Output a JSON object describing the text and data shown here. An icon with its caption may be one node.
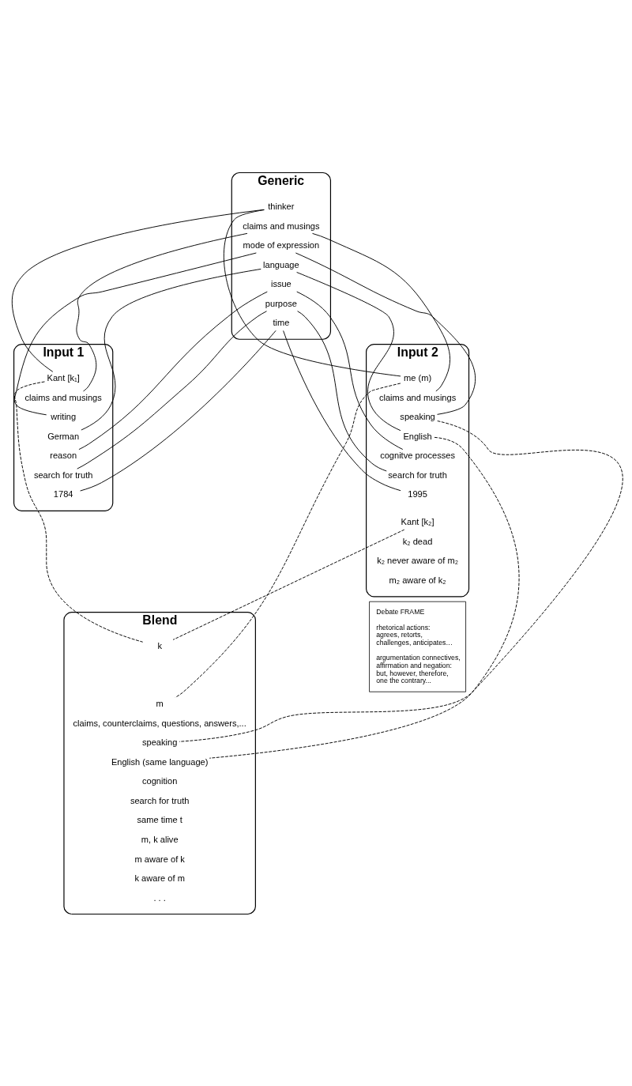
{
  "diagram": {
    "nodes": [
      {
        "text": [
          "Generic"
        ]
      },
      {
        "text": [
          "thinker"
        ],
        "in": 0
      },
      {
        "text": [
          "claims and musings"
        ],
        "in": 0
      },
      {
        "text": [
          "mode of expression"
        ],
        "in": 0
      },
      {
        "text": [
          "language"
        ],
        "in": 0
      },
      {
        "text": [
          "issue"
        ],
        "in": 0
      },
      {
        "text": [
          "purpose"
        ],
        "in": 0
      },
      {
        "text": [
          "time"
        ],
        "in": 0
      },
      {
        "text": [
          "Input 1"
        ]
      },
      {
        "text": [
          "Kant [k₁]"
        ],
        "in": 8
      },
      {
        "text": [
          "claims and musings"
        ],
        "in": 8
      },
      {
        "text": [
          "writing"
        ],
        "in": 8
      },
      {
        "text": [
          "German"
        ],
        "in": 8
      },
      {
        "text": [
          "reason"
        ],
        "in": 8
      },
      {
        "text": [
          "search for truth"
        ],
        "in": 8
      },
      {
        "text": [
          "1784"
        ],
        "in": 8
      },
      {
        "text": [
          "Input 2"
        ]
      },
      {
        "text": [
          "me (m)"
        ],
        "in": 16
      },
      {
        "text": [
          "claims and musings"
        ],
        "in": 16
      },
      {
        "text": [
          "speaking"
        ],
        "in": 16
      },
      {
        "text": [
          "English"
        ],
        "in": 16
      },
      {
        "text": [
          "cognitve processes"
        ],
        "in": 16
      },
      {
        "text": [
          "search for truth"
        ],
        "in": 16
      },
      {
        "text": [
          "1995"
        ],
        "in": 16
      },
      {
        "text": [
          "Kant [k₂]"
        ],
        "in": 16
      },
      {
        "text": [
          "k₂ dead"
        ],
        "in": 16
      },
      {
        "text": [
          "k₂ never aware of m₂"
        ],
        "in": 16
      },
      {
        "text": [
          "m₂ aware of k₂"
        ],
        "in": 16
      },
      {
        "text": [
          "Blend"
        ]
      },
      {
        "text": [
          "k"
        ],
        "in": 28
      },
      {
        "text": [
          "m"
        ],
        "in": 28
      },
      {
        "text": [
          "claims, counterclaims, questions, answers,..."
        ],
        "in": 28
      },
      {
        "text": [
          "speaking"
        ],
        "in": 28
      },
      {
        "text": [
          "English (same language)"
        ],
        "in": 28
      },
      {
        "text": [
          "cognition"
        ],
        "in": 28
      },
      {
        "text": [
          "search for truth"
        ],
        "in": 28
      },
      {
        "text": [
          "same time t"
        ],
        "in": 28
      },
      {
        "text": [
          "m, k alive"
        ],
        "in": 28
      },
      {
        "text": [
          "m aware of k"
        ],
        "in": 28
      },
      {
        "text": [
          "k aware of m"
        ],
        "in": 28
      },
      {
        "text": [
          ". . ."
        ],
        "in": 28
      },
      {
        "text": [
          "Debate FRAME",
          "rhetorical actions: agrees, retorts, challenges, anticipates…",
          "argumentation connectives, affirmation and negation: but, however, therefore, one the contrary..."
        ]
      }
    ],
    "edges": [
      {
        "from": 1,
        "to": 9,
        "arrow": "none"
      },
      {
        "from": 1,
        "to": 17,
        "arrow": "none"
      },
      {
        "from": 2,
        "to": 10,
        "arrow": "none"
      },
      {
        "from": 2,
        "to": 18,
        "arrow": "none"
      },
      {
        "from": 3,
        "to": 11,
        "arrow": "none"
      },
      {
        "from": 3,
        "to": 19,
        "arrow": "none"
      },
      {
        "from": 4,
        "to": 12,
        "arrow": "none"
      },
      {
        "from": 4,
        "to": 20,
        "arrow": "none"
      },
      {
        "from": 5,
        "to": 13,
        "arrow": "none"
      },
      {
        "from": 5,
        "to": 21,
        "arrow": "none"
      },
      {
        "from": 6,
        "to": 14,
        "arrow": "none"
      },
      {
        "from": 6,
        "to": 22,
        "arrow": "none"
      },
      {
        "from": 7,
        "to": 15,
        "arrow": "none"
      },
      {
        "from": 7,
        "to": 23,
        "arrow": "none"
      },
      {
        "from": 9,
        "to": 29,
        "arrow": "none",
        "style": "dashed"
      },
      {
        "from": 17,
        "to": 30,
        "arrow": "none",
        "style": "dashed"
      },
      {
        "from": 24,
        "to": 29,
        "arrow": "none",
        "style": "dashed"
      },
      {
        "from": 19,
        "to": 32,
        "arrow": "none",
        "style": "dashed"
      },
      {
        "from": 20,
        "to": 33,
        "arrow": "none",
        "style": "dashed"
      }
    ]
  }
}
